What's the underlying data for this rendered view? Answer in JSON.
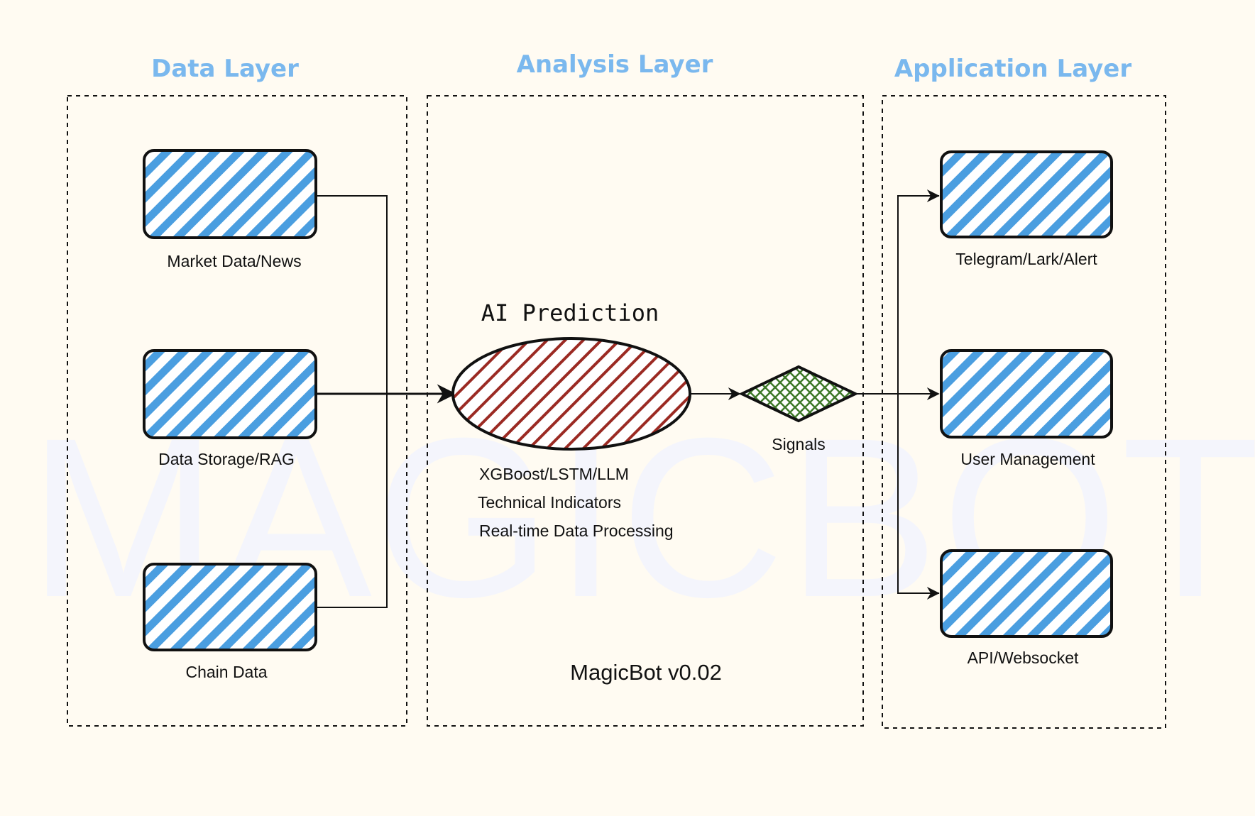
{
  "watermark": "MAGICBOT",
  "layers": {
    "data": {
      "title": "Data Layer"
    },
    "analysis": {
      "title": "Analysis Layer"
    },
    "application": {
      "title": "Application Layer"
    }
  },
  "nodes": {
    "market": "Market Data/News",
    "storage": "Data Storage/RAG",
    "chain": "Chain Data",
    "ai_title": "AI Prediction",
    "ai_lines": [
      "XGBoost/LSTM/LLM",
      "Technical Indicators",
      "Real-time Data Processing"
    ],
    "signals": "Signals",
    "telegram": "Telegram/Lark/Alert",
    "user_mgmt": "User Management",
    "api": "API/Websocket"
  },
  "version": "MagicBot v0.02",
  "colors": {
    "background": "#fffbf2",
    "layer_title": "#7ab8ee",
    "box_hatch": "#4a9ee0",
    "ellipse_hatch": "#9b2a23",
    "diamond_hatch": "#3f7a2a",
    "stroke": "#111111"
  }
}
